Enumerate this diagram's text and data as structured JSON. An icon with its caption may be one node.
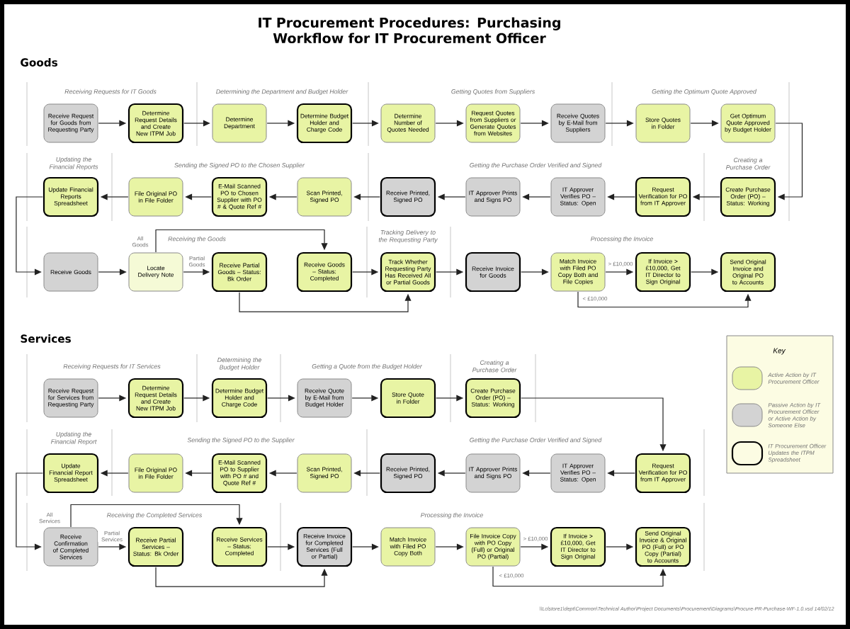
{
  "diagram": {
    "title": "IT Procurement Procedures: Purchasing Workflow for IT Procurement Officer",
    "nodes": [
      {
        "text": [
          "Receive Request for Goods from Requesting Party"
        ]
      },
      {
        "text": [
          "Determine Request Details and Create New ITPM Job"
        ]
      },
      {
        "text": [
          "Determine Department"
        ]
      },
      {
        "text": [
          "Determine Budget Holder and Charge Code"
        ]
      },
      {
        "text": [
          "Determine Number of Quotes Needed"
        ]
      },
      {
        "text": [
          "Request Quotes from Suppliers or Generate Quotes from Websites"
        ]
      },
      {
        "text": [
          "Receive Quotes by E-Mail from Suppliers"
        ]
      },
      {
        "text": [
          "Store Quotes in Folder"
        ]
      },
      {
        "text": [
          "Get Optimum Quote Approved by Budget Holder"
        ]
      },
      {
        "text": [
          "Create Purchase Order (PO) – Status: Working"
        ]
      },
      {
        "text": [
          "Request Verification for PO from IT Approver"
        ]
      },
      {
        "text": [
          "IT Approver Verifies PO – Status: Open"
        ]
      },
      {
        "text": [
          "IT Approver Prints and Signs PO"
        ]
      },
      {
        "text": [
          "Receive Printed, Signed PO"
        ]
      },
      {
        "text": [
          "Scan Printed, Signed PO"
        ]
      },
      {
        "text": [
          "E-Mail Scanned PO to Chosen Supplier with PO # & Quote Ref #"
        ]
      },
      {
        "text": [
          "File Original PO in File Folder"
        ]
      },
      {
        "text": [
          "Update Financial Reports Spreadsheet"
        ]
      },
      {
        "text": [
          "Receive Goods"
        ]
      },
      {
        "text": [
          "Locate Delivery Note"
        ]
      },
      {
        "text": [
          "Receive Partial Goods – Status: Bk Order"
        ]
      },
      {
        "text": [
          "Receive Goods – Status: Completed"
        ]
      },
      {
        "text": [
          "Track Whether Requesting Party Has Received All or Partial Goods"
        ]
      },
      {
        "text": [
          "Receive Invoice for Goods"
        ]
      },
      {
        "text": [
          "Match Invoice with Filed PO Copy Both and File Copies"
        ]
      },
      {
        "text": [
          "If Invoice > £10,000, Get IT Director to Sign Original"
        ]
      },
      {
        "text": [
          "Send Original Invoice and Original PO to Accounts"
        ]
      },
      {
        "text": [
          "Receive Request for Services from Requesting Party"
        ]
      },
      {
        "text": [
          "Determine Request Details and Create New ITPM Job"
        ]
      },
      {
        "text": [
          "Determine Budget Holder and Charge Code"
        ]
      },
      {
        "text": [
          "Receive Quote by E-Mail from Budget Holder"
        ]
      },
      {
        "text": [
          "Store Quote in Folder"
        ]
      },
      {
        "text": [
          "Create Purchase Order (PO) – Status: Working"
        ]
      },
      {
        "text": [
          "Request Verification for PO from IT Approver"
        ]
      },
      {
        "text": [
          "IT Approver Verifies PO – Status: Open"
        ]
      },
      {
        "text": [
          "IT Approver Prints and Signs PO"
        ]
      },
      {
        "text": [
          "Receive Printed, Signed PO"
        ]
      },
      {
        "text": [
          "Scan Printed, Signed PO"
        ]
      },
      {
        "text": [
          "E-Mail Scanned PO to Supplier with PO # and Quote Ref #"
        ]
      },
      {
        "text": [
          "File Original PO in File Folder"
        ]
      },
      {
        "text": [
          "Update Financial Report Spreadsheet"
        ]
      },
      {
        "text": [
          "Receive Confirmation of Completed Services"
        ]
      },
      {
        "text": [
          "Receive Partial Services – Status: Bk Order"
        ]
      },
      {
        "text": [
          "Receive Services – Status: Completed"
        ]
      },
      {
        "text": [
          "Receive Invoice for Completed Services (Full or Partial)"
        ]
      },
      {
        "text": [
          "Match Invoice with Filed PO Copy Both"
        ]
      },
      {
        "text": [
          "File Invoice Copy with PO Copy (Full) or Original PO (Partial)"
        ]
      },
      {
        "text": [
          "If Invoice > £10,000, Get IT Director to Sign Original"
        ]
      },
      {
        "text": [
          "Send Original Invoice & Original PO (Full) or PO Copy (Partial) to Accounts"
        ]
      }
    ],
    "edges": [
      {
        "from": 0,
        "to": 1,
        "arrow": "to"
      },
      {
        "from": 1,
        "to": 2,
        "arrow": "to"
      },
      {
        "from": 2,
        "to": 3,
        "arrow": "to"
      },
      {
        "from": 3,
        "to": 4,
        "arrow": "to"
      },
      {
        "from": 4,
        "to": 5,
        "arrow": "to"
      },
      {
        "from": 5,
        "to": 6,
        "arrow": "to"
      },
      {
        "from": 6,
        "to": 7,
        "arrow": "to"
      },
      {
        "from": 7,
        "to": 8,
        "arrow": "to"
      },
      {
        "from": 8,
        "to": 9,
        "arrow": "to"
      },
      {
        "from": 9,
        "to": 10,
        "arrow": "to"
      },
      {
        "from": 10,
        "to": 11,
        "arrow": "to"
      },
      {
        "from": 11,
        "to": 12,
        "arrow": "to"
      },
      {
        "from": 12,
        "to": 13,
        "arrow": "to"
      },
      {
        "from": 13,
        "to": 14,
        "arrow": "to"
      },
      {
        "from": 14,
        "to": 15,
        "arrow": "to"
      },
      {
        "from": 15,
        "to": 16,
        "arrow": "to"
      },
      {
        "from": 16,
        "to": 17,
        "arrow": "to"
      },
      {
        "from": 17,
        "to": 18,
        "arrow": "to"
      },
      {
        "from": 18,
        "to": 19,
        "arrow": "to"
      },
      {
        "from": 19,
        "to": 20,
        "label": "Partial Goods",
        "arrow": "to"
      },
      {
        "from": 19,
        "to": 21,
        "label": "All Goods",
        "arrow": "to"
      },
      {
        "from": 20,
        "to": 22,
        "arrow": "to"
      },
      {
        "from": 21,
        "to": 22,
        "arrow": "to"
      },
      {
        "from": 22,
        "to": 23,
        "arrow": "to"
      },
      {
        "from": 23,
        "to": 24,
        "arrow": "to"
      },
      {
        "from": 24,
        "to": 25,
        "label": "> £10,000",
        "arrow": "to"
      },
      {
        "from": 24,
        "to": 26,
        "label": "< £10,000",
        "arrow": "to"
      },
      {
        "from": 25,
        "to": 26,
        "arrow": "to"
      },
      {
        "from": 27,
        "to": 28,
        "arrow": "to"
      },
      {
        "from": 28,
        "to": 29,
        "arrow": "to"
      },
      {
        "from": 29,
        "to": 30,
        "arrow": "to"
      },
      {
        "from": 30,
        "to": 31,
        "arrow": "to"
      },
      {
        "from": 31,
        "to": 32,
        "arrow": "to"
      },
      {
        "from": 32,
        "to": 33,
        "arrow": "to"
      },
      {
        "from": 33,
        "to": 34,
        "arrow": "to"
      },
      {
        "from": 34,
        "to": 35,
        "arrow": "to"
      },
      {
        "from": 35,
        "to": 36,
        "arrow": "to"
      },
      {
        "from": 36,
        "to": 37,
        "arrow": "to"
      },
      {
        "from": 37,
        "to": 38,
        "arrow": "to"
      },
      {
        "from": 38,
        "to": 39,
        "arrow": "to"
      },
      {
        "from": 39,
        "to": 40,
        "arrow": "to"
      },
      {
        "from": 40,
        "to": 41,
        "arrow": "to"
      },
      {
        "from": 41,
        "to": 42,
        "label": "Partial Services",
        "arrow": "to"
      },
      {
        "from": 41,
        "to": 43,
        "label": "All Services",
        "arrow": "to"
      },
      {
        "from": 42,
        "to": 44,
        "arrow": "to"
      },
      {
        "from": 43,
        "to": 44,
        "arrow": "to"
      },
      {
        "from": 44,
        "to": 45,
        "arrow": "to"
      },
      {
        "from": 45,
        "to": 46,
        "arrow": "to"
      },
      {
        "from": 46,
        "to": 47,
        "label": "> £10,000",
        "arrow": "to"
      },
      {
        "from": 46,
        "to": 48,
        "label": "< £10,000",
        "arrow": "to"
      },
      {
        "from": 47,
        "to": 48,
        "arrow": "to"
      }
    ],
    "labels": [
      "Goods",
      "Receiving Requests for IT Goods",
      "Determining the Department and Budget Holder",
      "Getting Quotes from Suppliers",
      "Getting the Optimum Quote Approved",
      "Updating the Financial Reports",
      "Sending the Signed PO to the Chosen Supplier",
      "Getting the Purchase Order Verified and Signed",
      "Creating a Purchase Order",
      "Receiving the Goods",
      "Tracking Delivery to the Requesting Party",
      "Processing the Invoice",
      "Services",
      "Receiving Requests for IT Services",
      "Determining the Budget Holder",
      "Getting a Quote from the Budget Holder",
      "Creating a Purchase Order",
      "Updating the Financial Report",
      "Sending the Signed PO to the Supplier",
      "Getting the Purchase Order Verified and Signed",
      "Receiving the Completed Services",
      "Processing the Invoice",
      "Key",
      "\\\\Lclstore1\\dept\\Common\\Technical Author\\Project Documents\\Procurement\\Diagrams\\Procure-PR-Purchase-WF-1.0.vsd 14/02/12"
    ],
    "legend": [
      {
        "text": "Active Action by IT Procurement Officer",
        "color": "#e8f4a4"
      },
      {
        "text": "Passive Action by IT Procurement Officer or Active Action by Someone Else",
        "color": "#d3d3d3"
      },
      {
        "text": "IT Procurement Officer Updates the ITPM Spreadsheet"
      }
    ]
  }
}
